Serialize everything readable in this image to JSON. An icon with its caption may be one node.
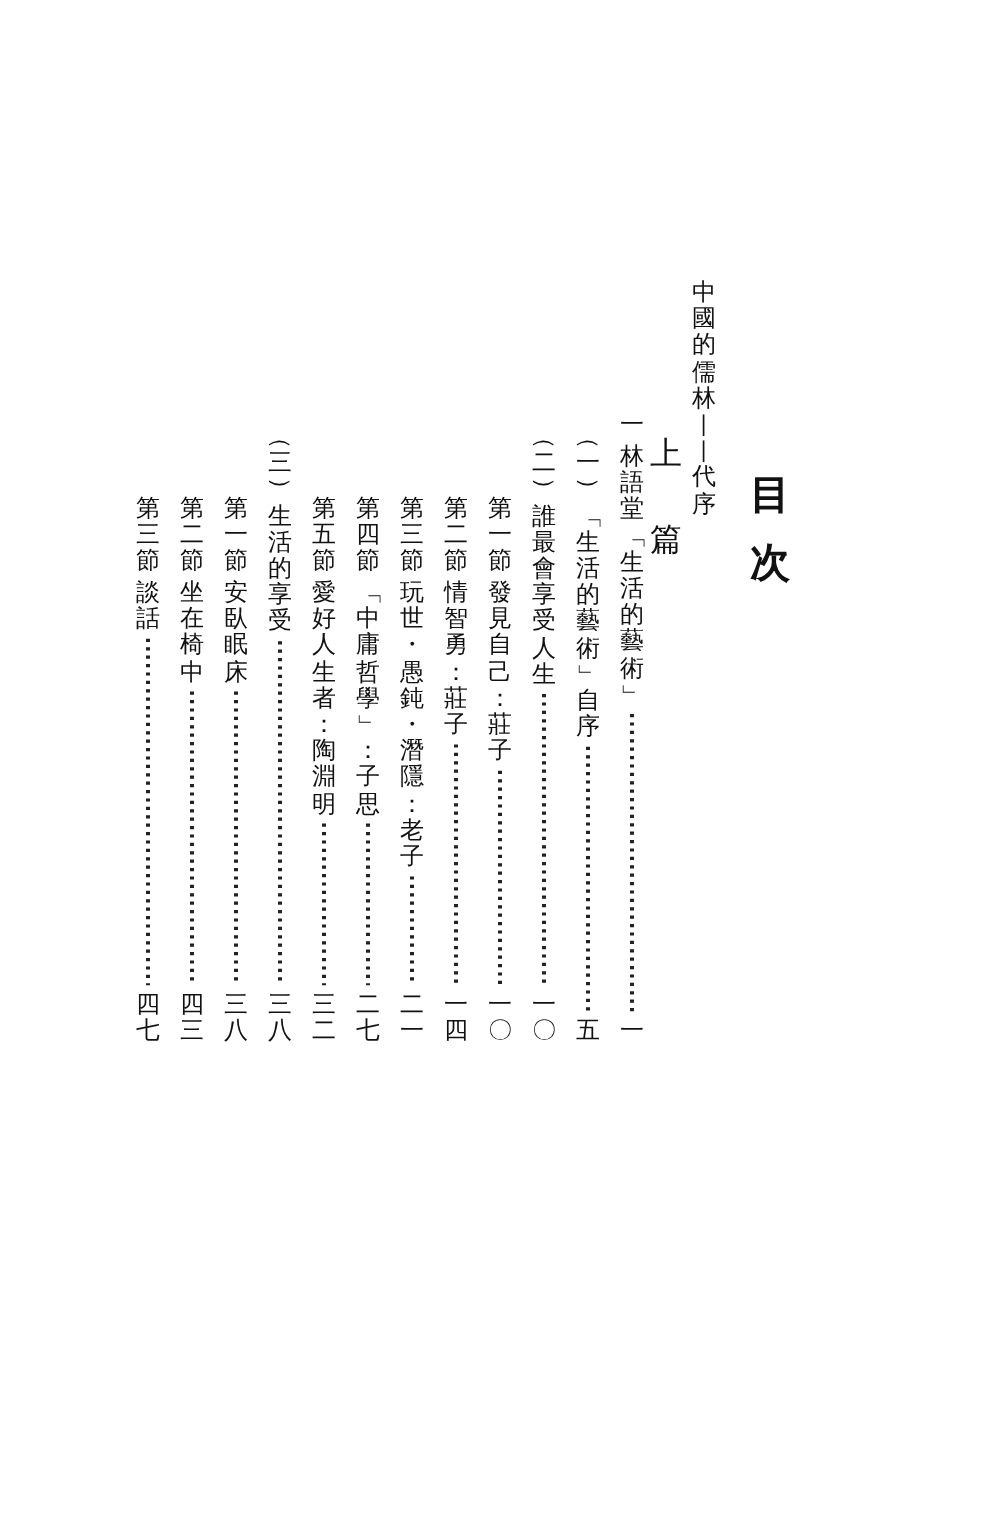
{
  "diagram": {
    "title": "目次",
    "nodes": [
      {
        "text": [
          "一",
          "林語堂「生活的藝術」"
        ]
      },
      {
        "text": [
          "一"
        ]
      },
      {
        "text": [
          "（一）「生活的藝術」自序"
        ]
      },
      {
        "text": [
          "五"
        ]
      },
      {
        "text": [
          "（二）誰最會享受人生"
        ]
      },
      {
        "text": [
          "一〇"
        ]
      },
      {
        "text": [
          "第一節",
          "發見自己：莊子"
        ]
      },
      {
        "text": [
          "一〇"
        ]
      },
      {
        "text": [
          "第二節",
          "情智勇：莊子"
        ]
      },
      {
        "text": [
          "一四"
        ]
      },
      {
        "text": [
          "第三節",
          "玩世・愚鈍・潛隱：老子"
        ]
      },
      {
        "text": [
          "二一"
        ]
      },
      {
        "text": [
          "第四節",
          "「中庸哲學」：子思"
        ]
      },
      {
        "text": [
          "二七"
        ]
      },
      {
        "text": [
          "第五節",
          "愛好人生者：陶淵明"
        ]
      },
      {
        "text": [
          "三二"
        ]
      },
      {
        "text": [
          "（三）生活的享受"
        ]
      },
      {
        "text": [
          "三八"
        ]
      },
      {
        "text": [
          "第一節",
          "安臥眠床"
        ]
      },
      {
        "text": [
          "三八"
        ]
      },
      {
        "text": [
          "第二節",
          "坐在椅中"
        ]
      },
      {
        "text": [
          "四三"
        ]
      },
      {
        "text": [
          "第三節",
          "談話"
        ]
      },
      {
        "text": [
          "四七"
        ]
      }
    ],
    "edges": [
      {
        "from": 0,
        "to": 1,
        "arrow": "none",
        "style": "dashed"
      },
      {
        "from": 2,
        "to": 3,
        "arrow": "none",
        "style": "dashed"
      },
      {
        "from": 4,
        "to": 5,
        "arrow": "none",
        "style": "dashed"
      },
      {
        "from": 6,
        "to": 7,
        "arrow": "none",
        "style": "dashed"
      },
      {
        "from": 8,
        "to": 9,
        "arrow": "none",
        "style": "dashed"
      },
      {
        "from": 10,
        "to": 11,
        "arrow": "none",
        "style": "dashed"
      },
      {
        "from": 12,
        "to": 13,
        "arrow": "none",
        "style": "dashed"
      },
      {
        "from": 14,
        "to": 15,
        "arrow": "none",
        "style": "dashed"
      },
      {
        "from": 16,
        "to": 17,
        "arrow": "none",
        "style": "dashed"
      },
      {
        "from": 18,
        "to": 19,
        "arrow": "none",
        "style": "dashed"
      },
      {
        "from": 20,
        "to": 21,
        "arrow": "none",
        "style": "dashed"
      },
      {
        "from": 22,
        "to": 23,
        "arrow": "none",
        "style": "dashed"
      }
    ],
    "labels": [
      "中國的儒林——代序",
      "上篇"
    ]
  }
}
